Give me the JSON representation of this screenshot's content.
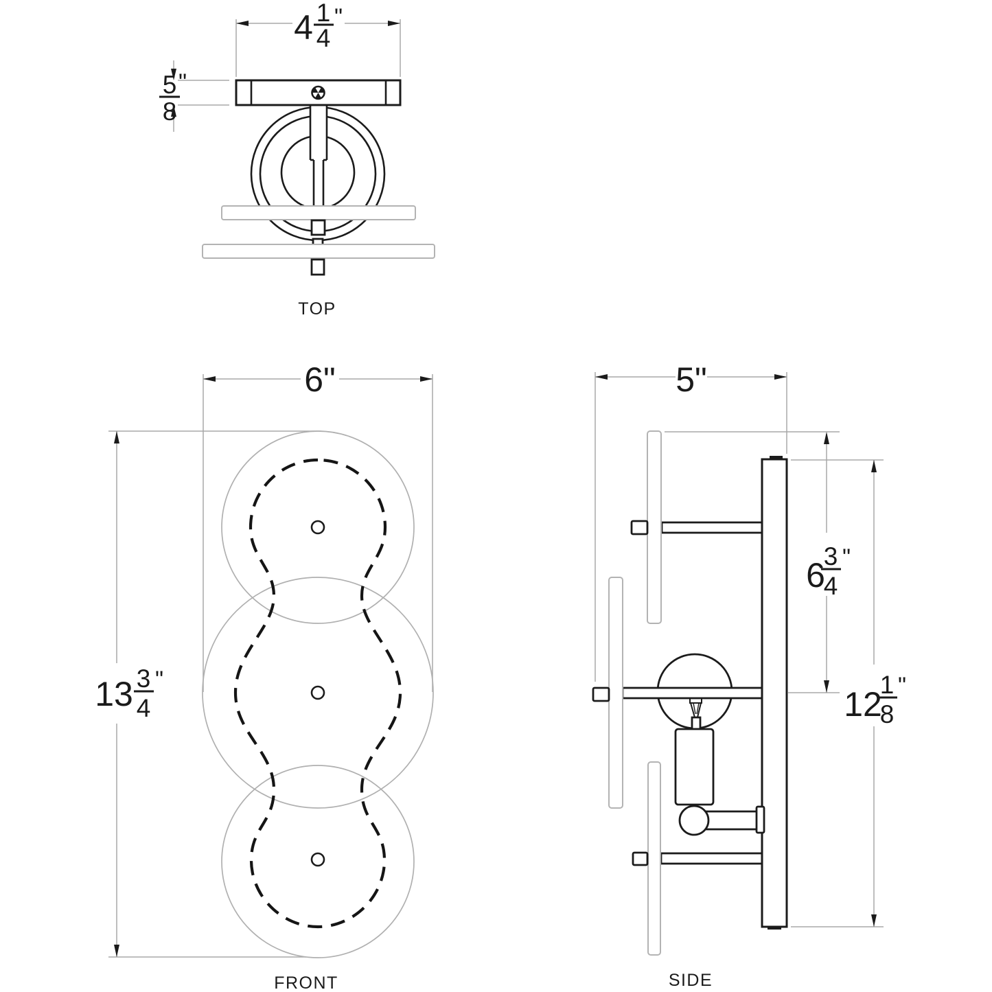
{
  "title": "Sconce dimension drawing",
  "views": {
    "top": {
      "label": "TOP"
    },
    "front": {
      "label": "FRONT"
    },
    "side": {
      "label": "SIDE"
    }
  },
  "dimensions": {
    "top_width": {
      "whole": "4",
      "num": "1",
      "den": "4",
      "unit": "\""
    },
    "top_plate_thickness": {
      "num": "5",
      "den": "8",
      "unit": "\""
    },
    "front_width": {
      "text": "6\""
    },
    "front_height": {
      "whole": "13",
      "num": "3",
      "den": "4",
      "unit": "\""
    },
    "side_depth": {
      "text": "5\""
    },
    "side_top_to_center": {
      "whole": "6",
      "num": "3",
      "den": "4",
      "unit": "\""
    },
    "side_backplate_height": {
      "whole": "12",
      "num": "1",
      "den": "8",
      "unit": "\""
    }
  },
  "colors": {
    "object_line": "#1b1b1b",
    "dimension_line": "#a8a8a8",
    "glass_line": "#b3b3b3",
    "background": "#ffffff"
  }
}
